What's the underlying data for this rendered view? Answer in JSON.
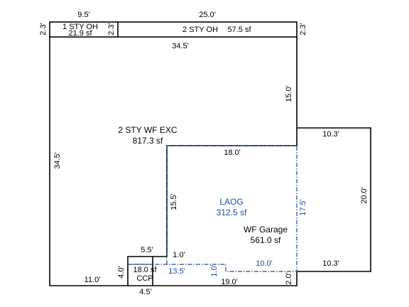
{
  "areas": {
    "oh_small": {
      "label": "1 STY OH",
      "area": "21.9 sf"
    },
    "oh_large": {
      "label": "2 STY OH",
      "area": "57.5 sf"
    },
    "main": {
      "label": "2 STY WF EXC",
      "area": "817.3 sf"
    },
    "laog": {
      "label": "LAOG",
      "area": "312.5 sf"
    },
    "garage": {
      "label": "WF Garage",
      "area": "561.0 sf"
    },
    "ccp": {
      "label": "CCP",
      "area": "18.0 sf"
    }
  },
  "dimensions": {
    "top_left": "9.5'",
    "top_right": "25.0'",
    "oh_left_height": "2.3'",
    "oh_mid_height": "2.3'",
    "oh_right_height": "2.3'",
    "main_width": "34.5'",
    "right_upper": "15.0'",
    "left_height": "34.5'",
    "step_18": "18.0'",
    "garage_top": "10.3'",
    "garage_right": "20.0'",
    "garage_bottom": "10.3'",
    "laog_side": "17.5'",
    "inner_left": "15.5'",
    "step_5_5": "5.5'",
    "step_1": "1.0'",
    "laog_13_5": "13.5'",
    "laog_1": "1.0'",
    "laog_10": "10.0'",
    "bottom_2": "2.0'",
    "bottom_11": "11.0'",
    "ccp_height": "4.0'",
    "ccp_width": "4.5'",
    "bottom_19": "19.0'"
  }
}
